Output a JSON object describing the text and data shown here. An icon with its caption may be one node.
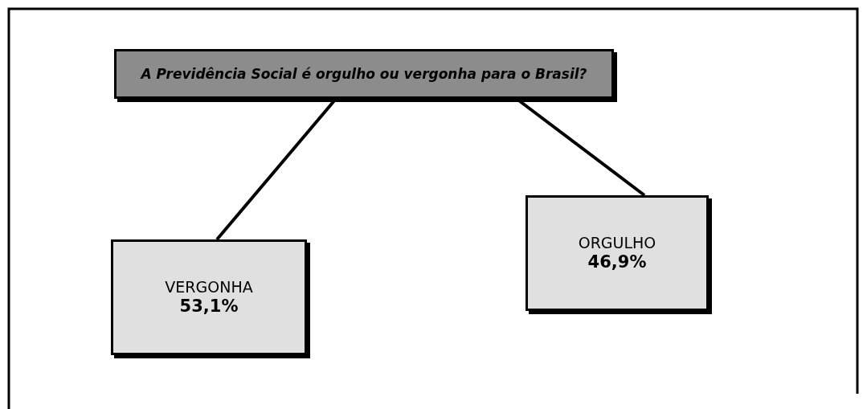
{
  "diagram": {
    "nodes": [
      {
        "text": [
          "A Previdência Social é orgulho ou vergonha para o Brasil?"
        ]
      },
      {
        "text": [
          "VERGONHA",
          "53,1%"
        ]
      },
      {
        "text": [
          "ORGULHO",
          "46,9%"
        ]
      }
    ],
    "edges": [
      {
        "from": 0,
        "to": 1,
        "arrow": "none"
      },
      {
        "from": 0,
        "to": 2,
        "arrow": "none"
      }
    ]
  }
}
